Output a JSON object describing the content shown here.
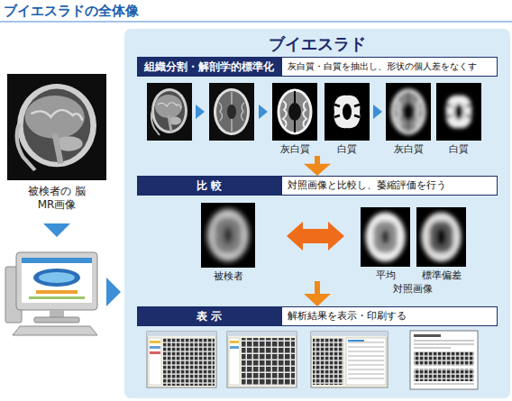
{
  "diagram": {
    "title": "ブイエスラドの全体像",
    "nodes": [
      {
        "text": [
          "ブイエスラド"
        ]
      },
      {
        "text": [
          "組織分割・解剖学的標準化",
          "灰白質・白質を抽出し、形状の個人差をなくす"
        ],
        "in": 0
      },
      {
        "text": [
          "比 較",
          "対照画像と比較し、萎縮評価を行う"
        ],
        "in": 0
      },
      {
        "text": [
          "表 示",
          "解析結果を表示・印刷する"
        ],
        "in": 0
      }
    ],
    "edges": [
      {
        "from": 1,
        "to": 2,
        "arrow": "to"
      },
      {
        "from": 2,
        "to": 3,
        "arrow": "to"
      }
    ],
    "labels": [
      "被検者の 脳MR画像",
      "灰白質",
      "白質",
      "灰白質",
      "白質",
      "被検者",
      "平均",
      "標準偏差",
      "対照画像"
    ]
  }
}
